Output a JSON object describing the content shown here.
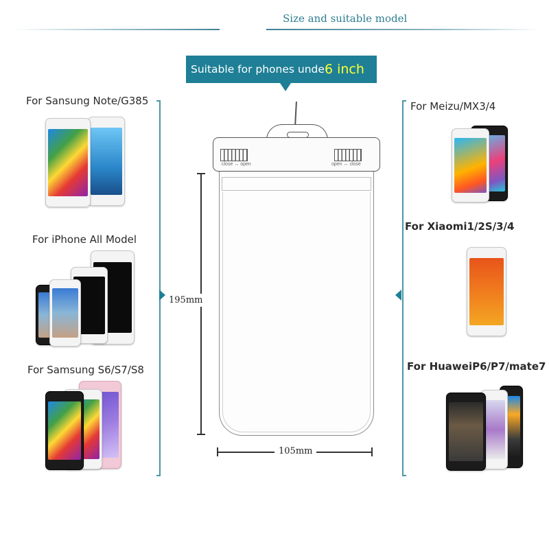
{
  "header": {
    "title": "Size and suitable model"
  },
  "banner": {
    "text": "Suitable for phones unde",
    "highlight": "6 inch",
    "colors": {
      "background": "#1e7f96",
      "text": "#ffffff",
      "highlight": "#ffff33"
    }
  },
  "left_models": [
    {
      "label": "For Sansung Note/G385"
    },
    {
      "label": "For iPhone All Model"
    },
    {
      "label": "For Samsung S6/S7/S8"
    }
  ],
  "right_models": [
    {
      "label": "For Meizu/MX3/4"
    },
    {
      "label": "For Xiaomi1/2S/3/4"
    },
    {
      "label": "For HuaweiP6/P7/mate7"
    }
  ],
  "pouch": {
    "clip_left_label": "close ↔ open",
    "clip_right_label": "open ↔ close"
  },
  "dimensions": {
    "height": "195mm",
    "width": "105mm"
  },
  "colors": {
    "accent": "#1e7f96",
    "bracket": "#4a96a8",
    "title": "#2e7d91"
  }
}
